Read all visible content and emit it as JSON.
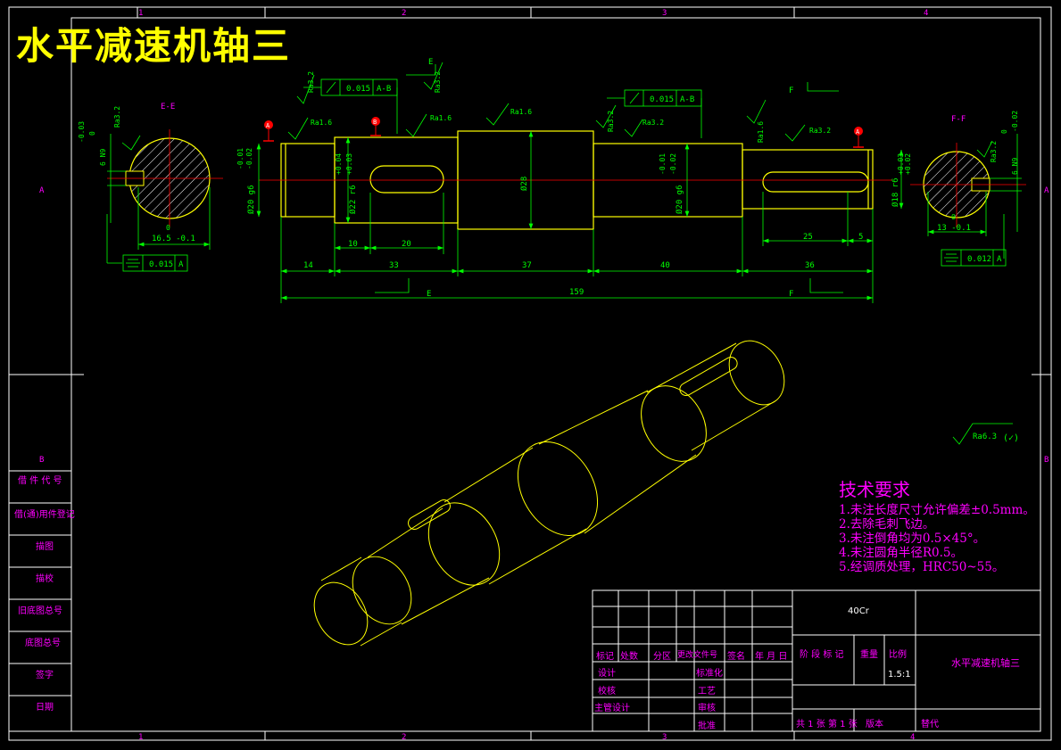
{
  "title": "水平减速机轴三",
  "zones": {
    "top": [
      "1",
      "2",
      "3",
      "4"
    ],
    "bottom": [
      "1",
      "2",
      "3",
      "4"
    ],
    "left": [
      "A",
      "B"
    ],
    "right": [
      "A",
      "B"
    ]
  },
  "sections": {
    "ee": {
      "label": "E-E",
      "tol_upper": "0",
      "tol_lower": "-0.03",
      "fit": "6 N9",
      "roughness": "Ra3.2",
      "dim": "16.5 -0.1",
      "dim_tol_top": "0",
      "sym_value": "0.015",
      "sym_datum": "A"
    },
    "ff": {
      "label": "F-F",
      "tol_upper": "0",
      "tol_lower": "-0.02",
      "fit": "6 N9",
      "roughness": "Ra3.2",
      "dim": "13 -0.1",
      "dim_tol_top": "0",
      "sym_value": "0.012",
      "sym_datum": "A"
    }
  },
  "shaft": {
    "cut_e": "E",
    "cut_f": "F",
    "datums": [
      "A",
      "B",
      "A"
    ],
    "roughness": [
      "Ra3.2",
      "Ra1.6",
      "Ra1.6",
      "Ra3.2",
      "Ra1.6",
      "Ra3.2",
      "Ra3.2",
      "Ra1.6",
      "Ra3.2"
    ],
    "runout": [
      {
        "value": "0.015",
        "datum": "A-B"
      },
      {
        "value": "0.015",
        "datum": "A-B"
      }
    ],
    "diameters": {
      "d1": "Ø20 g6",
      "d1_tol": [
        "-0.01",
        "-0.02"
      ],
      "d2": "Ø22 r6",
      "d2_tol": [
        "+0.04",
        "+0.03"
      ],
      "d3": "Ø28",
      "d4": "Ø20 g6",
      "d4_tol": [
        "-0.01",
        "-0.02"
      ],
      "d5": "Ø18 r6",
      "d5_tol": [
        "+0.03",
        "+0.02"
      ]
    },
    "keyway_dims": [
      "10",
      "20",
      "25",
      "5"
    ],
    "lengths": [
      "14",
      "33",
      "37",
      "40",
      "36"
    ],
    "total": "159"
  },
  "roughness_general": "Ra6.3",
  "roughness_general_mark": "(✓)",
  "tech": {
    "heading": "技术要求",
    "lines": [
      "1.未注长度尺寸允许偏差±0.5mm。",
      "2.去除毛刺飞边。",
      "3.未注倒角均为0.5×45°。",
      "4.未注圆角半径R0.5。",
      "5.经调质处理，HRC50~55。"
    ]
  },
  "side_table": [
    "借 件 代 号",
    "借(通)用件登记",
    "描图",
    "描校",
    "旧底图总号",
    "底图总号",
    "签字",
    "日期"
  ],
  "titleblock": {
    "material": "40Cr",
    "part_name": "水平减速机轴三",
    "scale": "1.5:1",
    "headers": [
      "标记",
      "处数",
      "分区",
      "更改文件号",
      "签名",
      "年 月 日"
    ],
    "stage_labels": [
      "阶 段 标 记",
      "重量",
      "比例"
    ],
    "roles_left": [
      "设计",
      "校核",
      "主管设计"
    ],
    "roles_mid": [
      "标准化",
      "工艺",
      "审核",
      "批准"
    ],
    "sheet_total": "共 1 张",
    "sheet_no": "第 1 张",
    "version": "版本",
    "replace": "替代"
  },
  "colors": {
    "background": "#000000",
    "frame": "#ffffff",
    "outline": "#ffff00",
    "dimension": "#00ff00",
    "centerline": "#ff0000",
    "text": "#ff00ff",
    "hatch": "#ffffff"
  }
}
